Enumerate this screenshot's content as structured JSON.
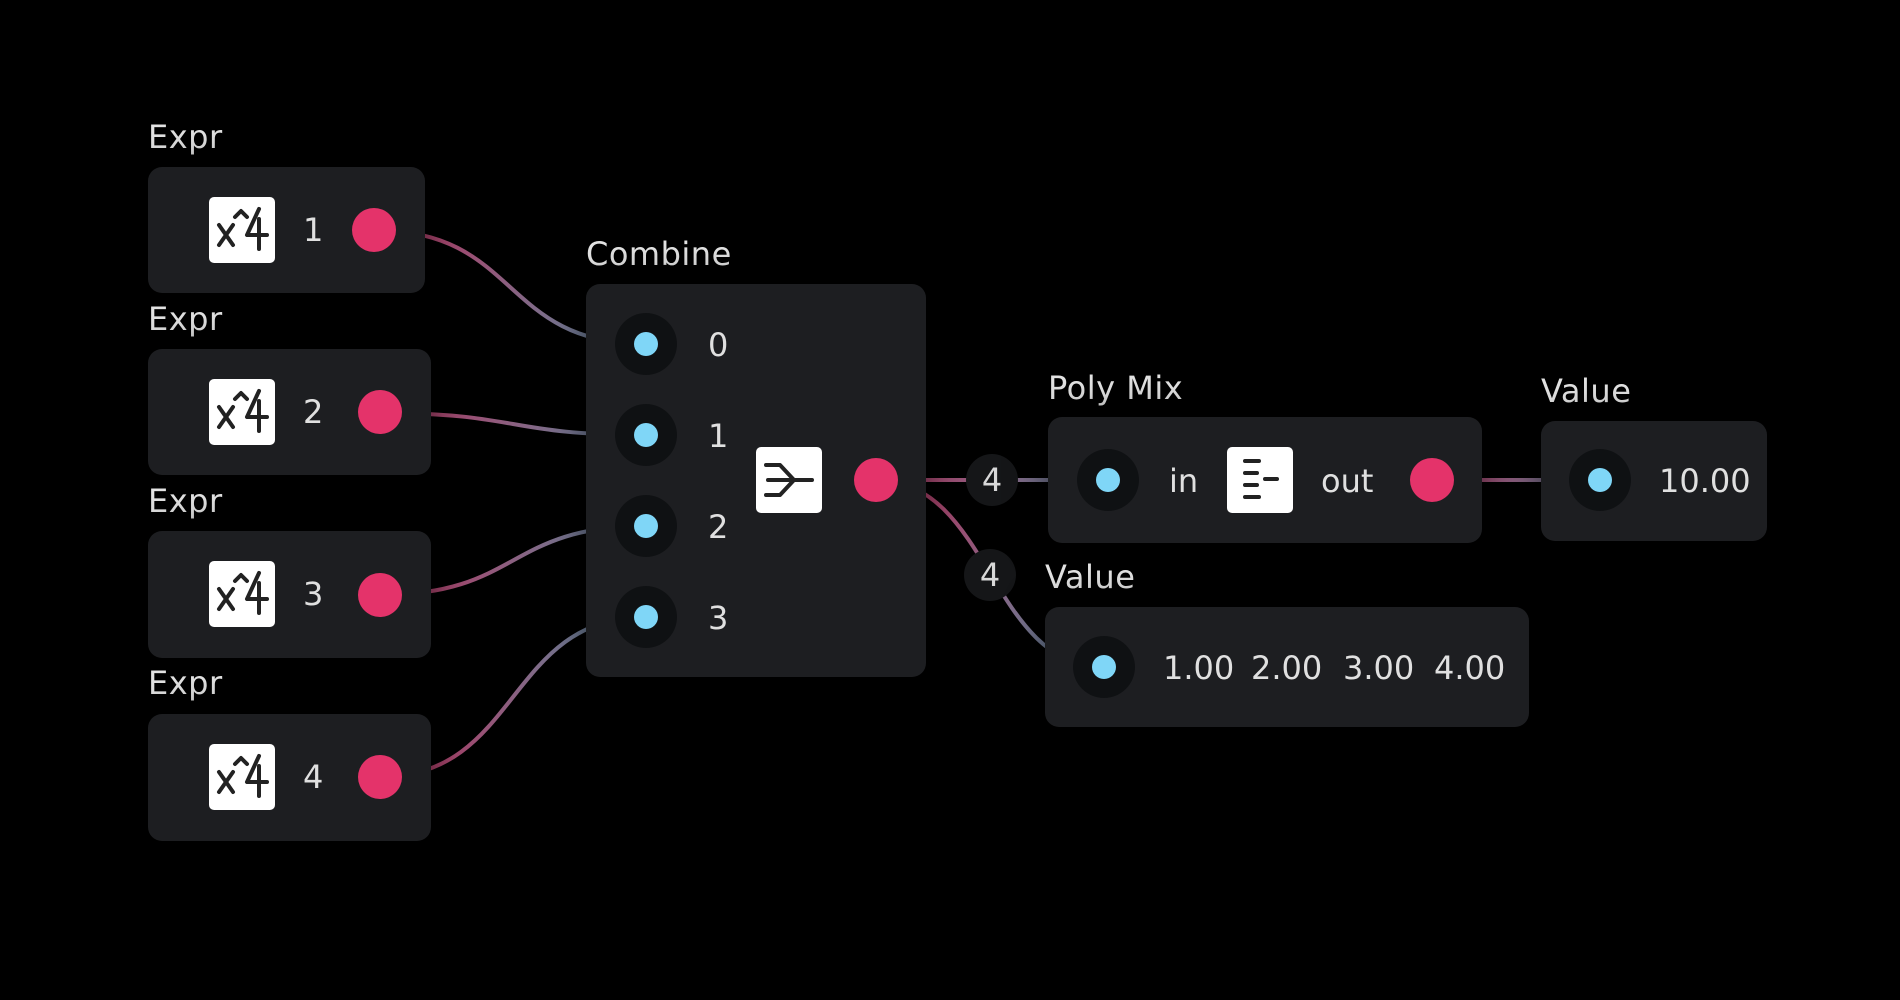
{
  "colors": {
    "background": "#000000",
    "node_bg": "#1d1e21",
    "input_port": "#7fd6f7",
    "output_port": "#e4336a",
    "icon_tile": "#ffffff"
  },
  "expr_nodes": [
    {
      "title": "Expr",
      "icon": "x-power-icon",
      "value": "1"
    },
    {
      "title": "Expr",
      "icon": "x-power-icon",
      "value": "2"
    },
    {
      "title": "Expr",
      "icon": "x-power-icon",
      "value": "3"
    },
    {
      "title": "Expr",
      "icon": "x-power-icon",
      "value": "4"
    }
  ],
  "combine": {
    "title": "Combine",
    "icon": "merge-icon",
    "inputs": [
      "0",
      "1",
      "2",
      "3"
    ]
  },
  "edges": {
    "combine_to_polymix_count": "4",
    "combine_to_value_count": "4"
  },
  "poly_mix": {
    "title": "Poly Mix",
    "icon": "list-icon",
    "in_label": "in",
    "out_label": "out"
  },
  "value_single": {
    "title": "Value",
    "value": "10.00"
  },
  "value_list": {
    "title": "Value",
    "values": [
      "1.00",
      "2.00",
      "3.00",
      "4.00"
    ]
  }
}
